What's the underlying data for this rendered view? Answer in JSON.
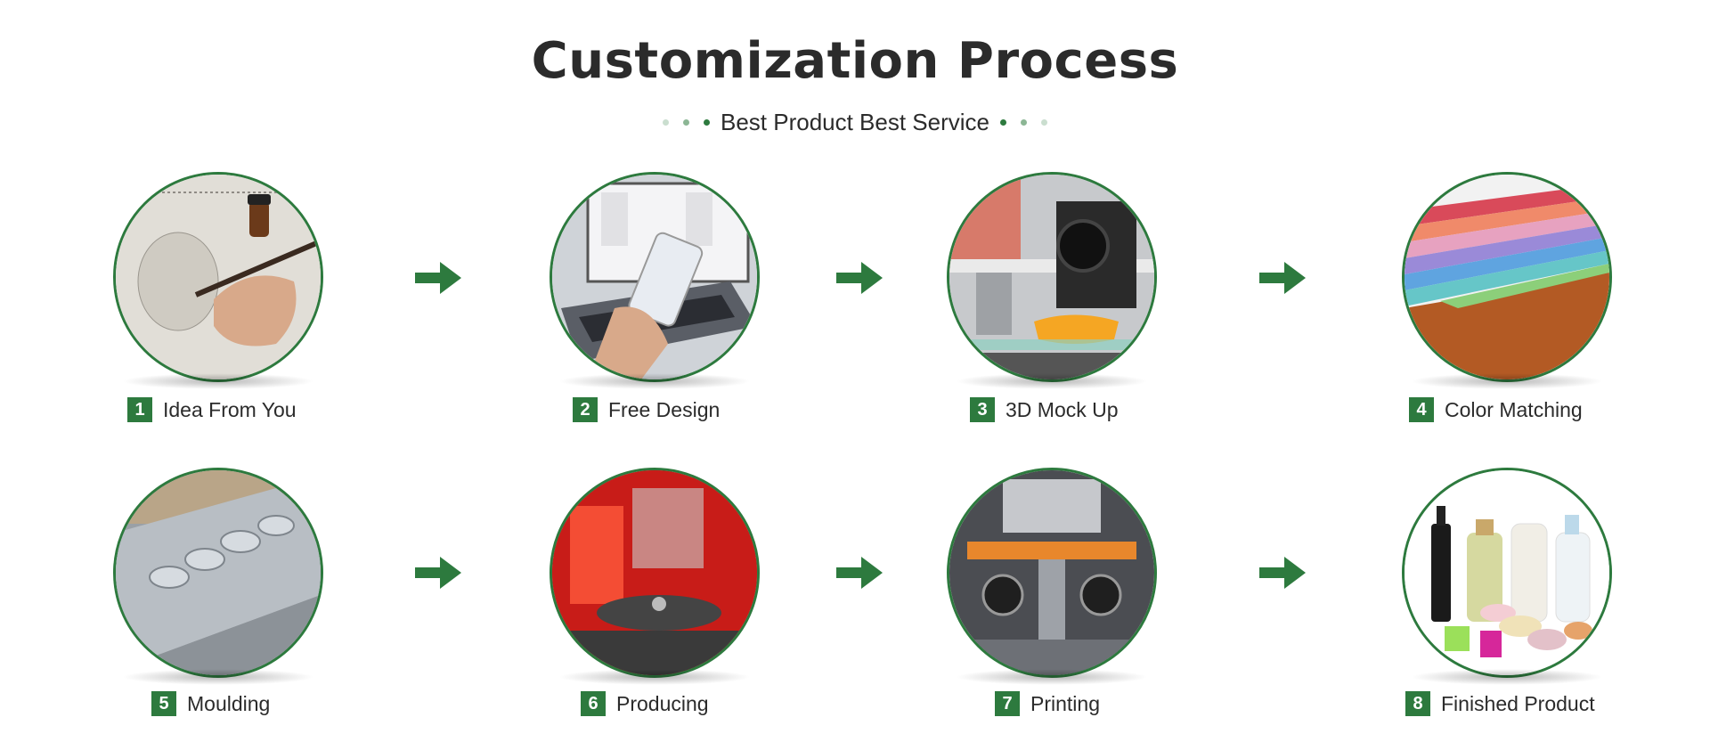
{
  "header": {
    "title": "Customization Process",
    "subtitle": "Best Product Best Service"
  },
  "colors": {
    "accent": "#2d7a3e",
    "text": "#2b2b2b"
  },
  "steps": [
    {
      "number": "1",
      "label": "Idea From You",
      "image": "sketching-hand-photo"
    },
    {
      "number": "2",
      "label": "Free Design",
      "image": "laptop-phone-photo"
    },
    {
      "number": "3",
      "label": "3D Mock Up",
      "image": "3d-printer-photo"
    },
    {
      "number": "4",
      "label": "Color Matching",
      "image": "color-swatch-fan-photo"
    },
    {
      "number": "5",
      "label": "Moulding",
      "image": "steel-mould-photo"
    },
    {
      "number": "6",
      "label": "Producing",
      "image": "production-machine-photo"
    },
    {
      "number": "7",
      "label": "Printing",
      "image": "screen-printing-machine-photo"
    },
    {
      "number": "8",
      "label": "Finished Product",
      "image": "cosmetic-bottles-photo"
    }
  ],
  "arrow_icon": "right-arrow-icon"
}
